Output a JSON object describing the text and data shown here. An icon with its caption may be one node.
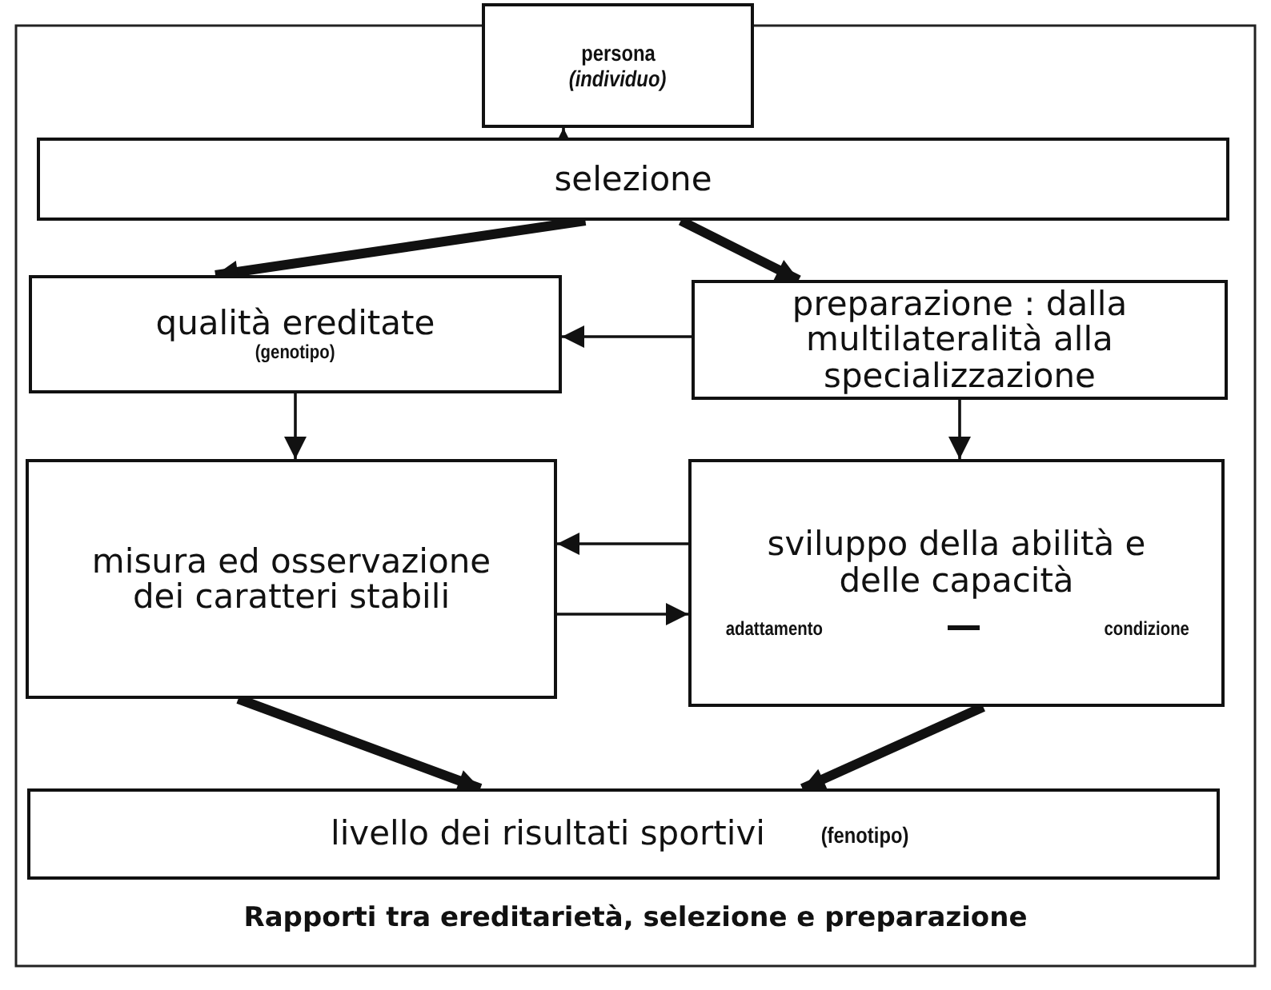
{
  "diagram": {
    "caption": "Rapporti tra ereditarietà, selezione e preparazione",
    "nodes": [
      {
        "text": [
          "persona",
          "(individuo)"
        ]
      },
      {
        "text": [
          "selezione"
        ]
      },
      {
        "text": [
          "qualità ereditate",
          "(genotipo)"
        ]
      },
      {
        "text": [
          "preparazione : dalla multilateralità alla specializzazione"
        ]
      },
      {
        "text": [
          "misura ed osservazione dei caratteri stabili"
        ]
      },
      {
        "text": [
          "sviluppo della abilità e delle capacità",
          "adattamento",
          "condizione"
        ]
      },
      {
        "text": [
          "livello dei risultati sportivi",
          "(fenotipo)"
        ]
      }
    ],
    "edges": [
      {
        "from": 1,
        "to": 0,
        "arrow": "to"
      },
      {
        "from": 1,
        "to": 2,
        "arrow": "to",
        "style": "thick"
      },
      {
        "from": 1,
        "to": 3,
        "arrow": "to",
        "style": "thick"
      },
      {
        "from": 3,
        "to": 2,
        "arrow": "to"
      },
      {
        "from": 2,
        "to": 4,
        "arrow": "to"
      },
      {
        "from": 3,
        "to": 5,
        "arrow": "to"
      },
      {
        "from": 5,
        "to": 4,
        "arrow": "to"
      },
      {
        "from": 4,
        "to": 5,
        "arrow": "to"
      },
      {
        "from": 4,
        "to": 6,
        "arrow": "to",
        "style": "thick"
      },
      {
        "from": 5,
        "to": 6,
        "arrow": "to",
        "style": "thick"
      }
    ]
  }
}
